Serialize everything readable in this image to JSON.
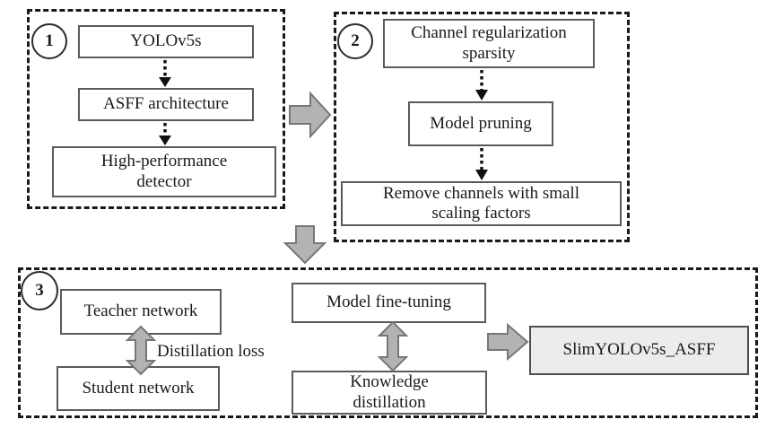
{
  "colors": {
    "background": "#ffffff",
    "panel_border": "#1a1a1a",
    "box_border": "#5a5a5a",
    "box_fill": "#ffffff",
    "result_box_fill": "#ececec",
    "result_box_border": "#4d4d4d",
    "block_arrow_fill": "#b3b3b3",
    "block_arrow_outline": "#777777",
    "dotted_arrow": "#111111",
    "text": "#1a1a1a"
  },
  "stage1": {
    "number": "1",
    "yolov5s": "YOLOv5s",
    "asff": "ASFF architecture",
    "detector": "High-performance\ndetector"
  },
  "stage2": {
    "number": "2",
    "sparsity": "Channel regularization\nsparsity",
    "pruning": "Model pruning",
    "remove": "Remove channels with small\nscaling factors"
  },
  "stage3": {
    "number": "3",
    "teacher": "Teacher network",
    "student": "Student network",
    "distillation_loss": "Distillation loss",
    "fine_tuning": "Model fine-tuning",
    "knowledge": "Knowledge\ndistillation",
    "result": "SlimYOLOv5s_ASFF"
  }
}
